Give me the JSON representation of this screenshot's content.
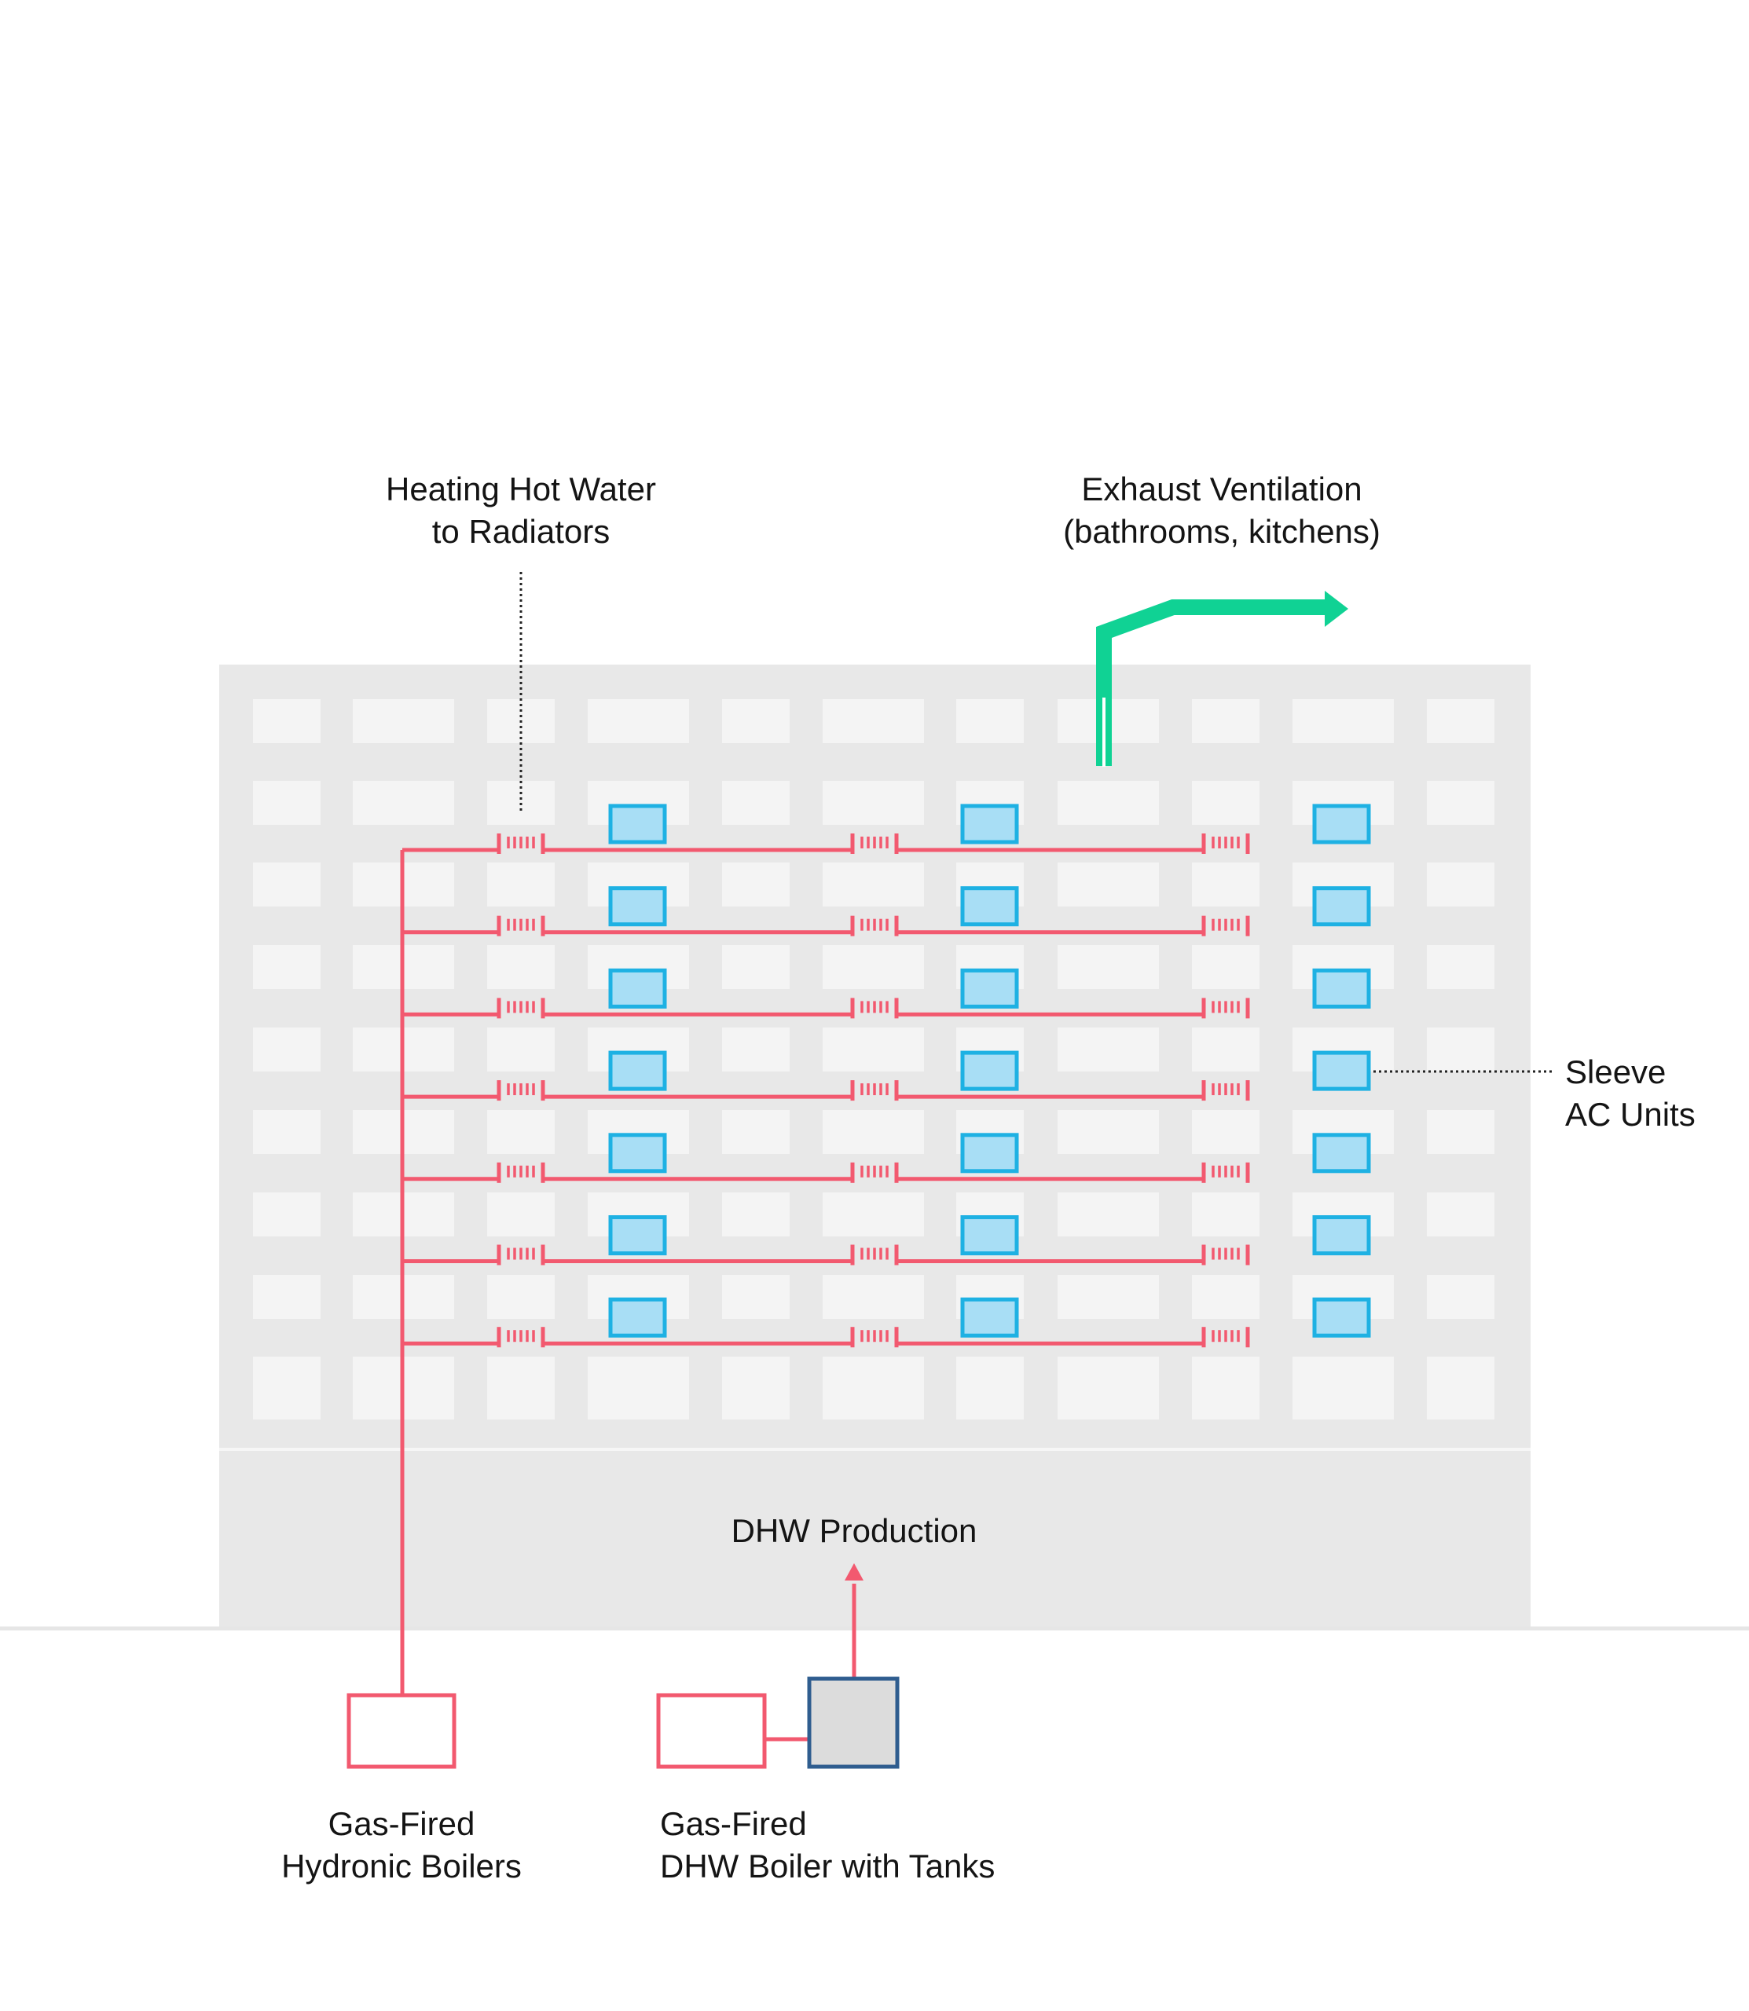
{
  "labels": {
    "heating_line1": "Heating Hot Water",
    "heating_line2": "to Radiators",
    "exhaust_line1": "Exhaust Ventilation",
    "exhaust_line2": "(bathrooms, kitchens)",
    "sleeve_line1": "Sleeve",
    "sleeve_line2": "AC Units",
    "dhw_production": "DHW Production",
    "hydronic_line1": "Gas-Fired",
    "hydronic_line2": "Hydronic Boilers",
    "dhw_boiler_line1": "Gas-Fired",
    "dhw_boiler_line2": "DHW Boiler with Tanks"
  },
  "counts": {
    "heating_floors": 7,
    "radiators_per_floor": 3,
    "ac_units_per_floor": 3
  },
  "colors": {
    "building": "#e8e8e8",
    "window": "#f4f4f4",
    "heating_pipe": "#f2596f",
    "ac_unit_fill": "#a8def5",
    "ac_unit_stroke": "#1eb1e3",
    "exhaust": "#10d294",
    "dhw_tank_fill": "#dcdcdc",
    "dhw_tank_stroke": "#2f5d8f",
    "text": "#141414",
    "leader": "#222222"
  },
  "icons": {
    "radiator": "radiator-icon",
    "ac_unit": "ac-unit-icon",
    "exhaust_arrow": "exhaust-arrow-icon",
    "dhw_arrow": "arrow-up-icon"
  }
}
